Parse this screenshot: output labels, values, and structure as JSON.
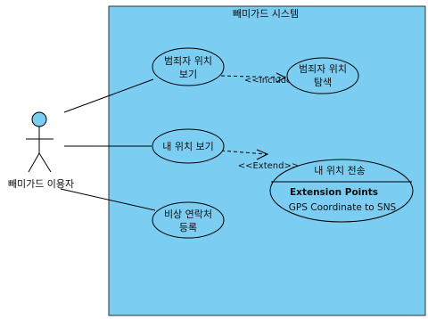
{
  "system": {
    "title": "빼미가드 시스템",
    "fill_color": "#7ccdf2"
  },
  "actor": {
    "label": "빼미가드 이용자"
  },
  "use_cases": {
    "view_criminal_location": {
      "line1": "범죄자 위치",
      "line2": "보기"
    },
    "search_criminal_location": {
      "line1": "범죄자 위치",
      "line2": "탐색"
    },
    "view_my_location": {
      "line1": "내 위치 보기"
    },
    "register_emergency_contact": {
      "line1": "비상 연락처",
      "line2": "등록"
    },
    "send_my_location": {
      "line1": "내 위치 전송",
      "extension_points_heading": "Extension Points",
      "extension_point": "GPS Coordinate to SNS"
    }
  },
  "relationships": {
    "include_label": "<<Include>>",
    "extend_label": "<<Extend>>"
  }
}
